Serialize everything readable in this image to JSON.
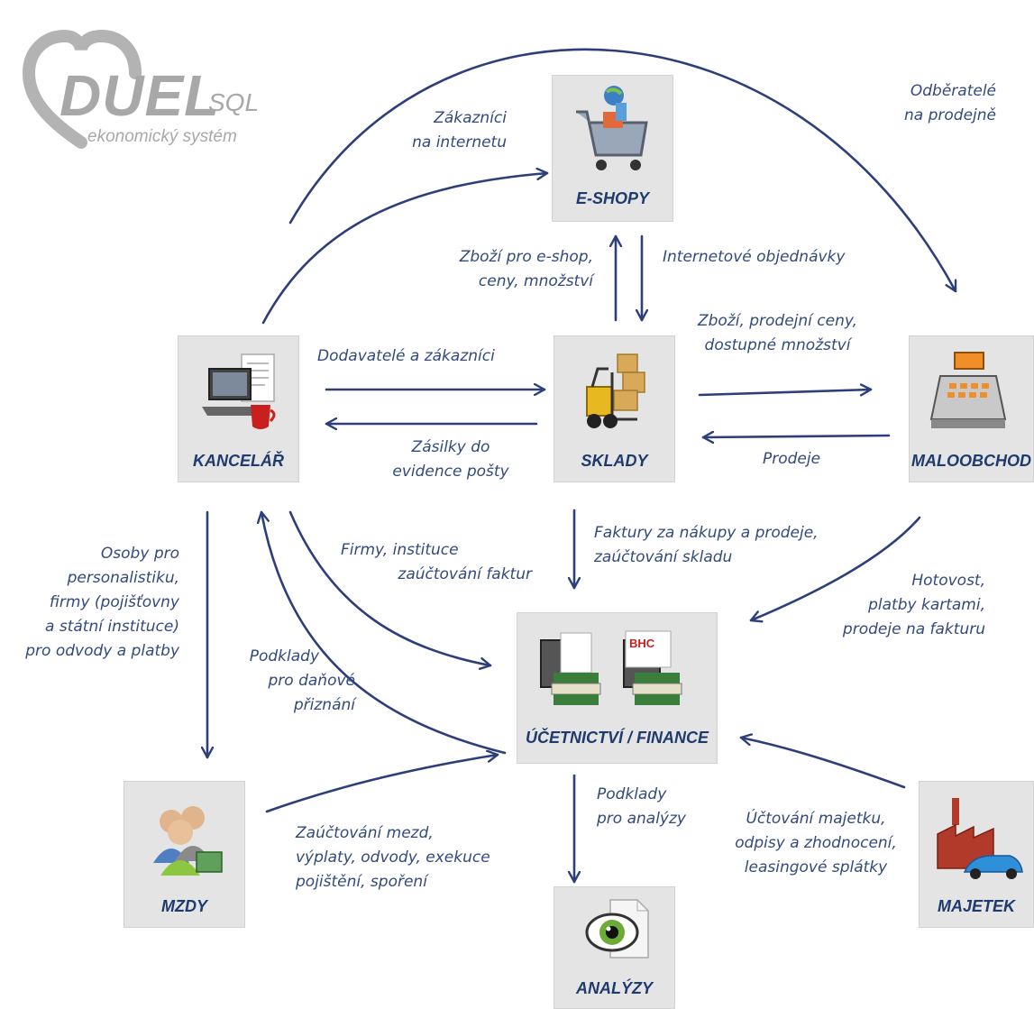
{
  "logo": {
    "name": "DUEL",
    "suffix": "SQL",
    "tagline": "ekonomický systém"
  },
  "nodes": {
    "eshopy": {
      "label": "E-SHOPY",
      "icon": "shopping-cart-icon"
    },
    "kancelar": {
      "label": "KANCELÁŘ",
      "icon": "laptop-office-icon"
    },
    "sklady": {
      "label": "SKLADY",
      "icon": "forklift-boxes-icon"
    },
    "maloobchod": {
      "label": "MALOOBCHOD",
      "icon": "cash-register-icon"
    },
    "ucetnictvi": {
      "label": "ÚČETNICTVÍ / FINANCE",
      "icon": "accounting-books-icon"
    },
    "mzdy": {
      "label": "MZDY",
      "icon": "people-money-icon"
    },
    "majetek": {
      "label": "MAJETEK",
      "icon": "factory-car-icon"
    },
    "analyzy": {
      "label": "ANALÝZY",
      "icon": "eye-document-icon"
    }
  },
  "flows": {
    "zakaznici_internet": [
      "Zákazníci",
      "na internetu"
    ],
    "odberatele": [
      "Odběratelé",
      "na prodejně"
    ],
    "zbozi_eshop": [
      "Zboží pro e-shop,",
      "ceny, množství"
    ],
    "internetove": [
      "Internetové objednávky"
    ],
    "dodavatele": [
      "Dodavatelé a zákazníci"
    ],
    "zbozi_prodejni": [
      "Zboží, prodejní ceny,",
      "dostupné množství"
    ],
    "zasilky": [
      "Zásilky do",
      "evidence pošty"
    ],
    "prodeje": [
      "Prodeje"
    ],
    "osoby": [
      "Osoby pro",
      "personalistiku,",
      "firmy (pojišťovny",
      "a státní instituce)",
      "pro odvody a platby"
    ],
    "firmy": [
      "Firmy, instituce",
      "zaúčtování faktur"
    ],
    "faktury": [
      "Faktury za nákupy a prodeje,",
      "zaúčtování skladu"
    ],
    "hotovost": [
      "Hotovost,",
      "platby kartami,",
      "prodeje na fakturu"
    ],
    "podklady_dan": [
      "Podklady",
      "pro daňové",
      "přiznání"
    ],
    "zauctovani_mezd": [
      "Zaúčtování mezd,",
      "výplaty, odvody, exekuce",
      "pojištění, spoření"
    ],
    "podklady_analyzy": [
      "Podklady",
      "pro analýzy"
    ],
    "uctovani_majetku": [
      "Účtování majetku,",
      "odpisy a zhodnocení,",
      "leasingové splátky"
    ]
  },
  "colors": {
    "arrow": "#2c3f7a",
    "text": "#324a7e",
    "label": "#1f3a6e",
    "box": "#e4e4e4",
    "logo": "#a8a8a8"
  }
}
